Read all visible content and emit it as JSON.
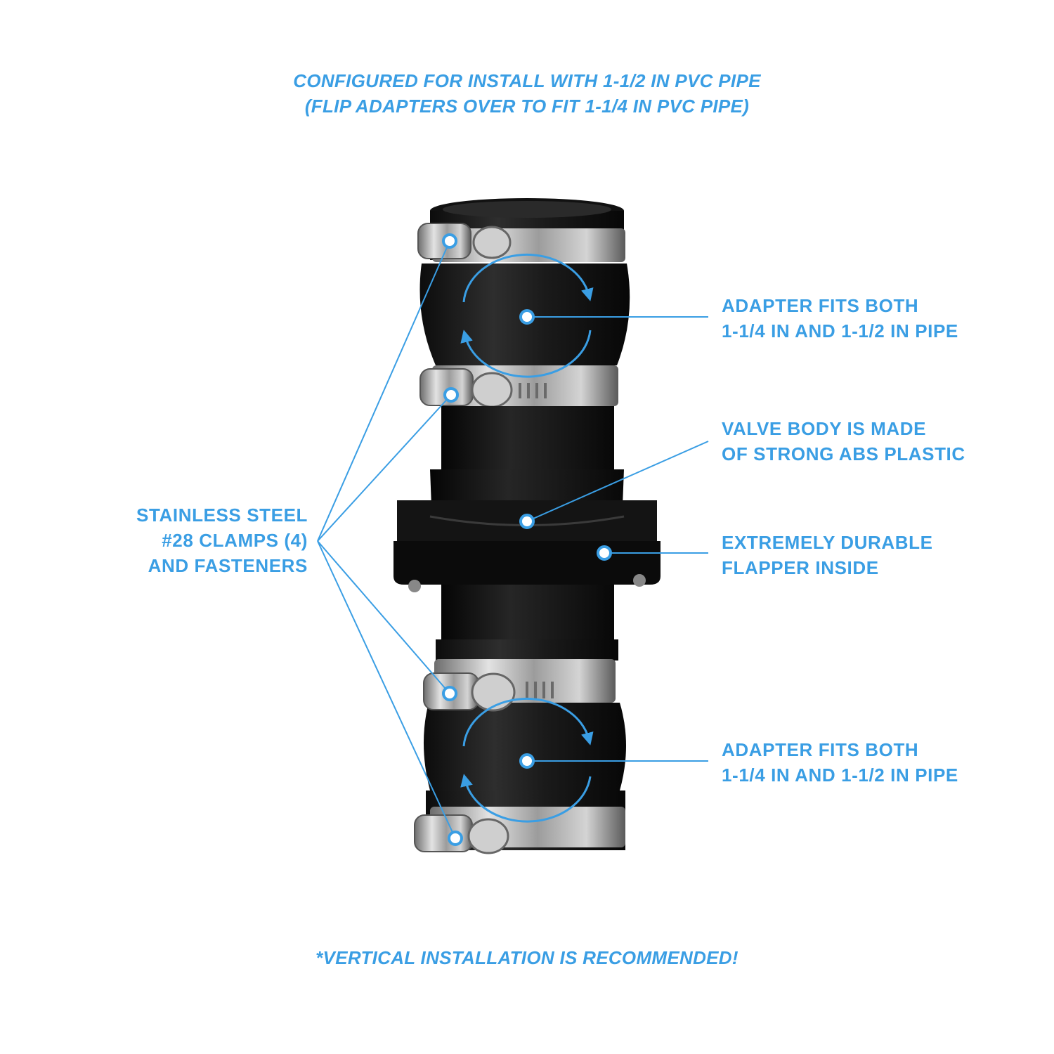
{
  "header": {
    "line1": "CONFIGURED FOR INSTALL WITH 1-1/2 IN PVC PIPE",
    "line2": "(FLIP ADAPTERS OVER TO FIT 1-1/4 IN PVC PIPE)"
  },
  "callouts": {
    "adapter_top": {
      "line1": "ADAPTER FITS BOTH",
      "line2": "1-1/4 IN AND 1-1/2 IN PIPE"
    },
    "valve_body": {
      "line1": "VALVE BODY IS MADE",
      "line2": "OF STRONG ABS PLASTIC"
    },
    "flapper": {
      "line1": "EXTREMELY DURABLE",
      "line2": "FLAPPER INSIDE"
    },
    "adapter_bottom": {
      "line1": "ADAPTER FITS BOTH",
      "line2": "1-1/4 IN AND 1-1/2 IN PIPE"
    },
    "clamps": {
      "line1": "STAINLESS STEEL",
      "line2": "#28 CLAMPS (4)",
      "line3": "AND FASTENERS"
    }
  },
  "footer": "*VERTICAL INSTALLATION IS RECOMMENDED!",
  "colors": {
    "accent": "#3a9ee4",
    "product_body": "#1c1c1c",
    "clamp_steel": "#b8b8b8"
  },
  "icons": [
    "rotate-arrow-icon",
    "callout-dot-icon"
  ]
}
